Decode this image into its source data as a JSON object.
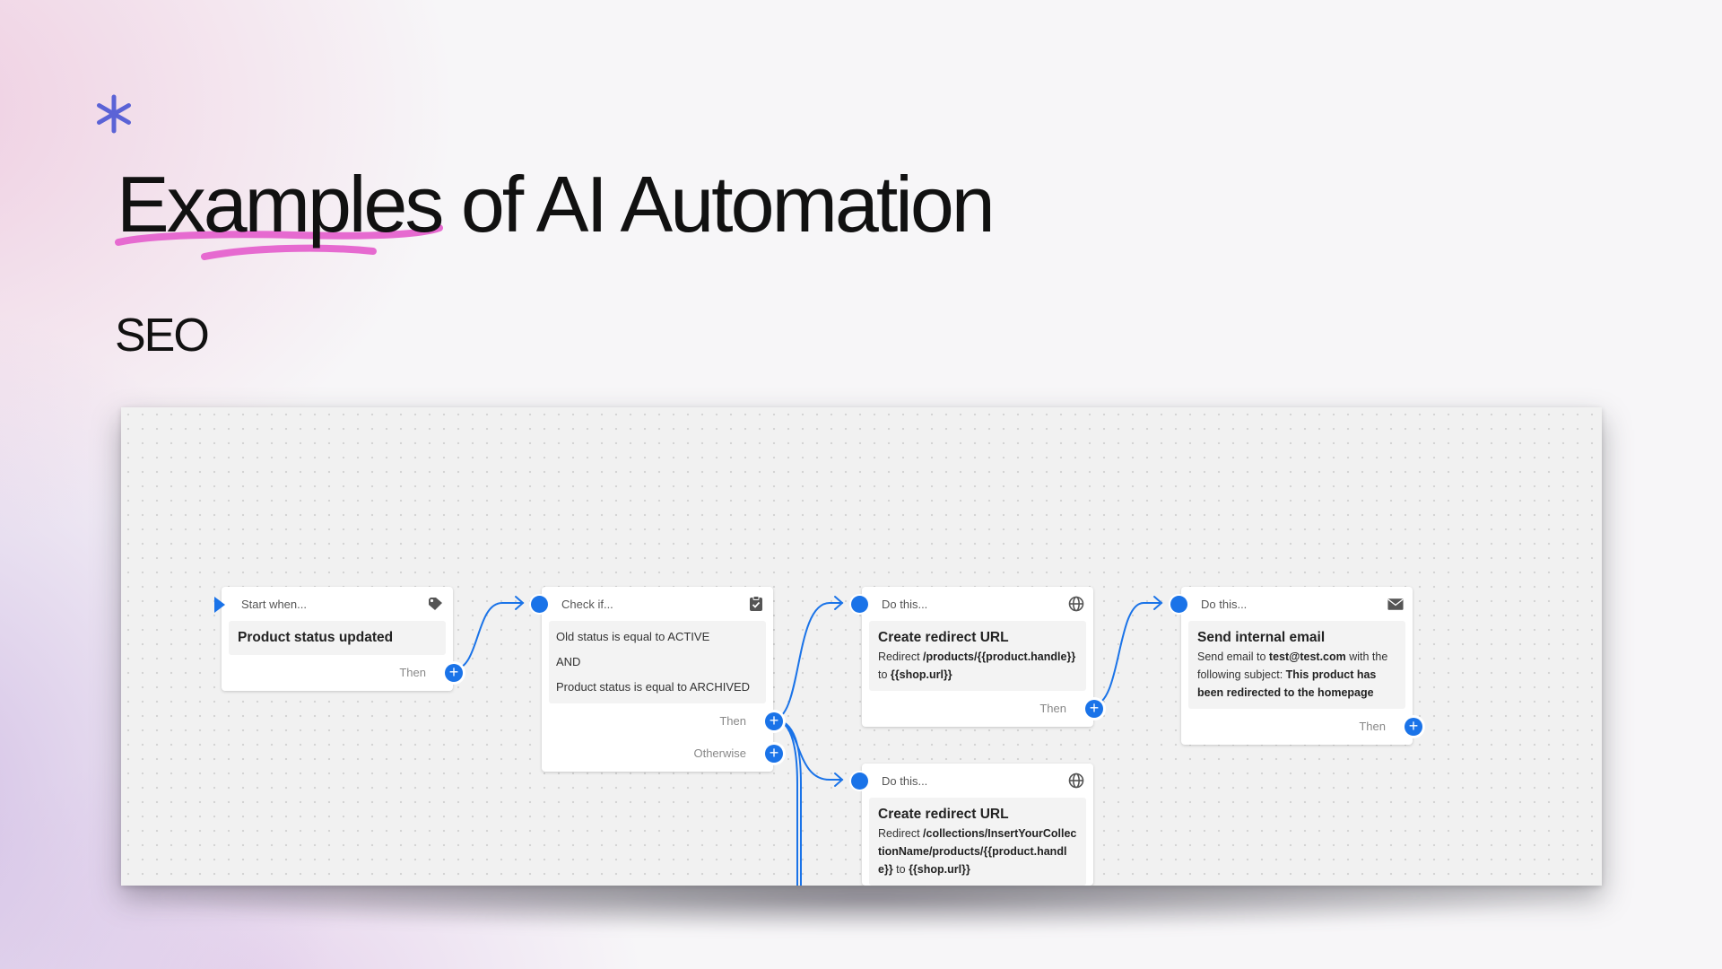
{
  "slide": {
    "title_highlight": "Examples",
    "title_rest": " of AI Automation",
    "subtitle": "SEO",
    "colors": {
      "accent_asterisk": "#5b63d6",
      "underline": "#e66ad0",
      "wire": "#1a73e8"
    }
  },
  "flow": {
    "start": {
      "header": "Start when...",
      "icon": "tag-icon",
      "title": "Product status updated",
      "then_label": "Then"
    },
    "check": {
      "header": "Check if...",
      "icon": "clipboard-check-icon",
      "conditions": [
        "Old status is equal to ACTIVE",
        "AND",
        "Product status is equal to ARCHIVED"
      ],
      "then_label": "Then",
      "otherwise_label": "Otherwise"
    },
    "redirect1": {
      "header": "Do this...",
      "icon": "globe-icon",
      "title": "Create redirect URL",
      "text_prefix": "Redirect ",
      "path": "/products/{{product.handle}}",
      "text_mid": " to ",
      "target": "{{shop.url}}",
      "then_label": "Then"
    },
    "redirect2": {
      "header": "Do this...",
      "icon": "globe-icon",
      "title": "Create redirect URL",
      "text_prefix": "Redirect ",
      "path": "/collections/InsertYourCollectionName/products/{{product.handle}}",
      "text_mid": " to ",
      "target": "{{shop.url}}"
    },
    "email": {
      "header": "Do this...",
      "icon": "mail-icon",
      "title": "Send internal email",
      "text_prefix": "Send email to ",
      "recipient": "test@test.com",
      "text_mid": " with the following subject: ",
      "subject": "This product has been redirected to the homepage",
      "then_label": "Then"
    }
  }
}
